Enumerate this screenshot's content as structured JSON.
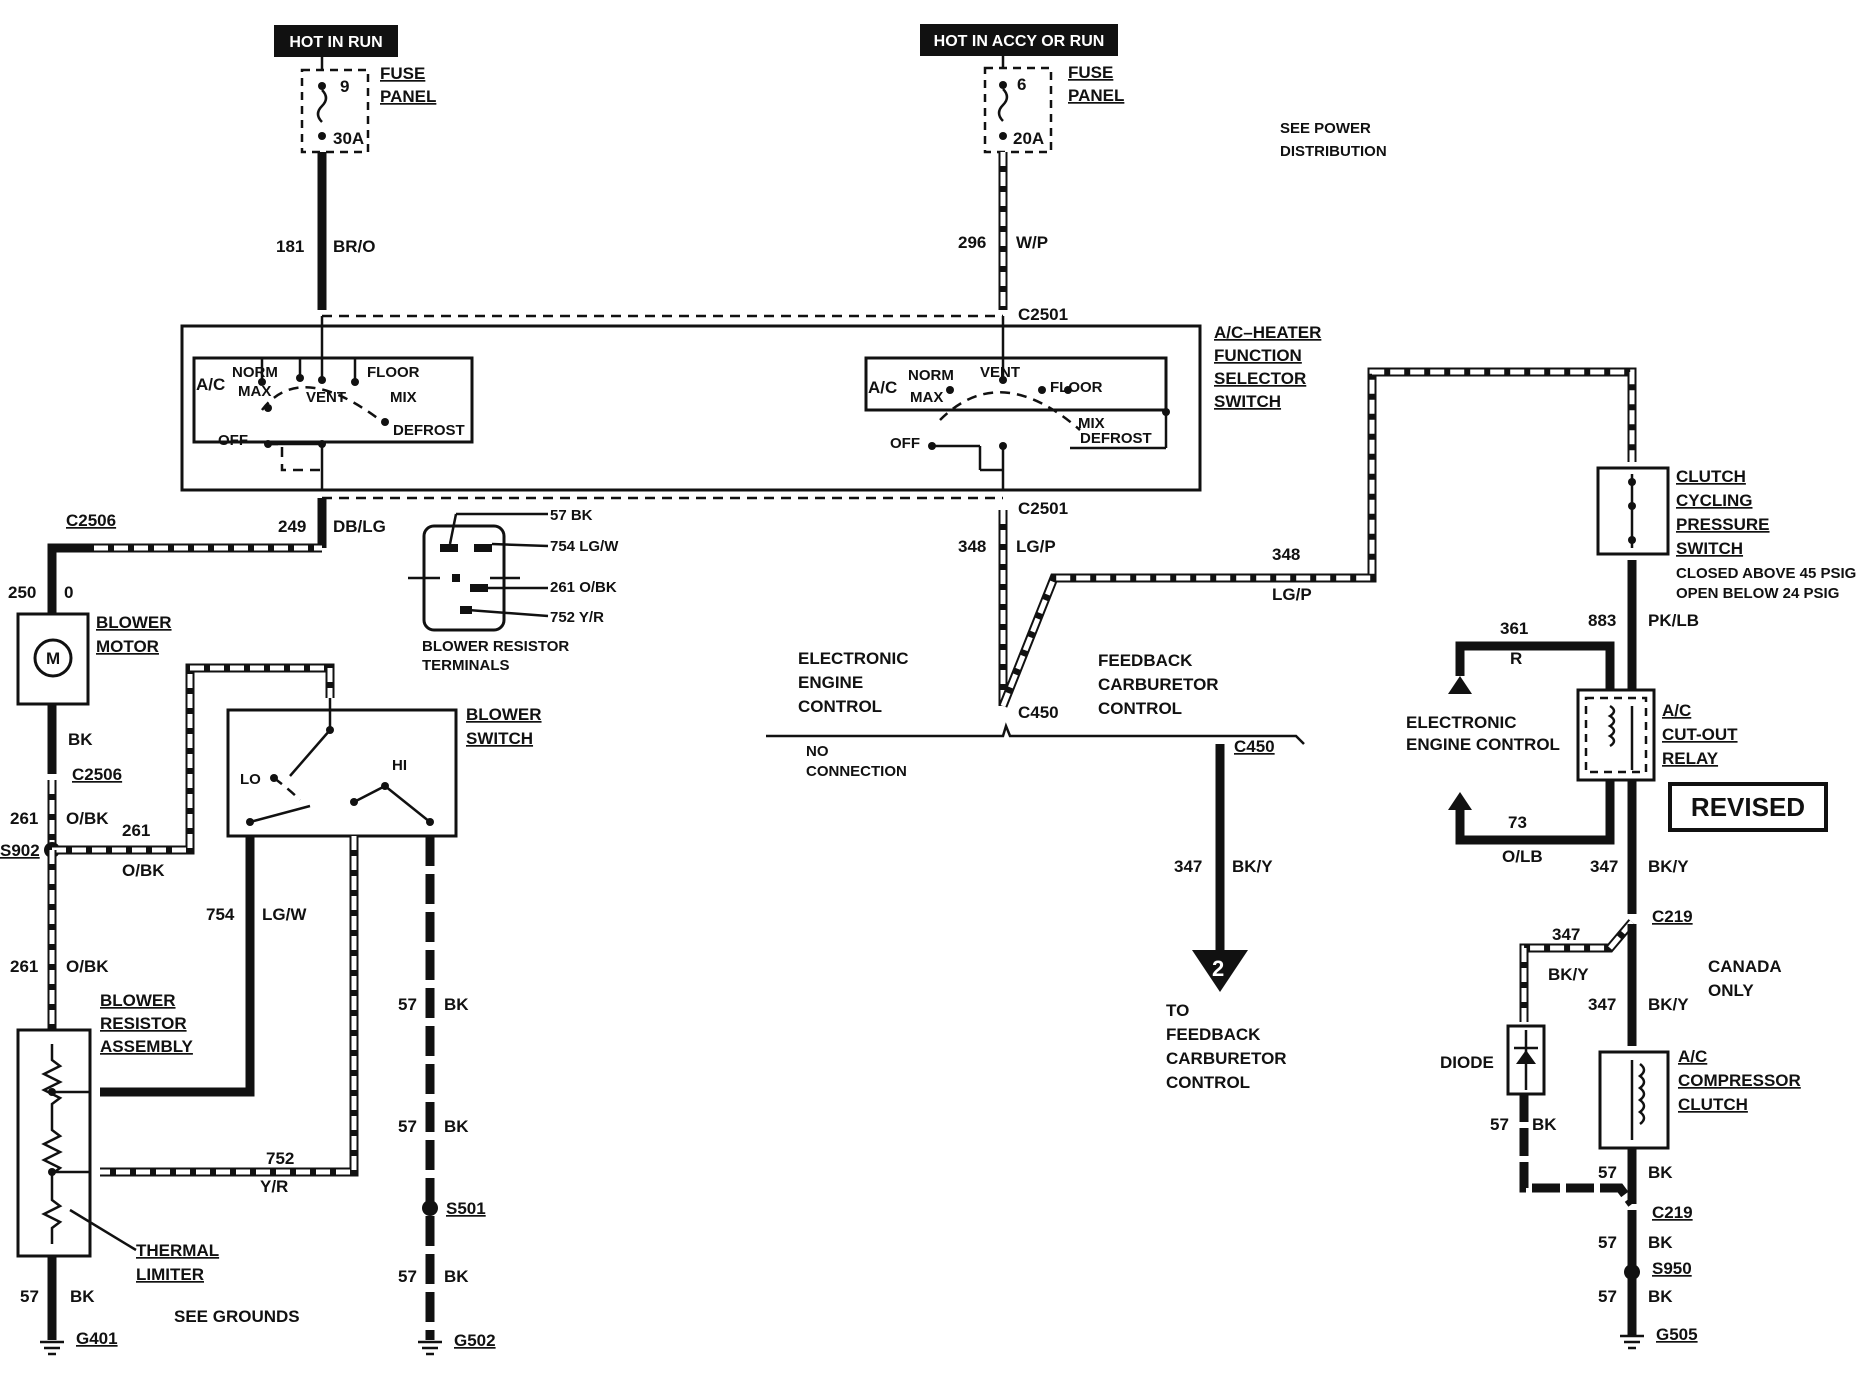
{
  "power": {
    "hot_in_run": "HOT IN RUN",
    "hot_in_accy_or_run": "HOT IN ACCY OR RUN",
    "fuse_9_number": "9",
    "fuse_9_rating": "30A",
    "fuse_6_number": "6",
    "fuse_6_rating": "20A",
    "fuse_panel_1_line1": "FUSE",
    "fuse_panel_1_line2": "PANEL",
    "fuse_panel_2_line1": "FUSE",
    "fuse_panel_2_line2": "PANEL",
    "see_power_line1": "SEE POWER",
    "see_power_line2": "DISTRIBUTION"
  },
  "wires": {
    "w181": "181",
    "w181_color": "BR/O",
    "w296": "296",
    "w296_color": "W/P",
    "w249": "249",
    "w249_color": "DB/LG",
    "w250": "250",
    "w250_suffix": "0",
    "w57_blower_motor": "BK",
    "w261_a": "261",
    "w261_a_color": "O/BK",
    "w261_b": "261",
    "w261_b_color": "O/BK",
    "w261_c": "261",
    "w261_c_color": "O/BK",
    "w754": "754",
    "w754_color": "LG/W",
    "w752": "752",
    "w752_color": "Y/R",
    "w57_g401": "57",
    "w57_g401_color": "BK",
    "w57_a": "57",
    "w57_a_color": "BK",
    "w57_b": "57",
    "w57_b_color": "BK",
    "w57_c": "57",
    "w57_c_color": "BK",
    "w348_a": "348",
    "w348_a_color": "LG/P",
    "w348_b": "348",
    "w348_b_color": "LG/P",
    "w347_fb": "347",
    "w347_fb_color": "BK/Y",
    "w361": "361",
    "w361_color": "R",
    "w883": "883",
    "w883_color": "PK/LB",
    "w73": "73",
    "w73_color": "O/LB",
    "w347_relay": "347",
    "w347_relay_color": "BK/Y",
    "w347_diode": "347",
    "w347_diode_color": "BK/Y",
    "w347_clutch": "347",
    "w347_clutch_color": "BK/Y",
    "w57_diode": "57",
    "w57_diode_color": "BK",
    "w57_clutch": "57",
    "w57_clutch_color": "BK",
    "w57_c219": "57",
    "w57_c219_color": "BK",
    "w57_s950": "57",
    "w57_s950_color": "BK"
  },
  "connectors": {
    "c2501_top": "C2501",
    "c2501_bottom": "C2501",
    "c2506_top": "C2506",
    "c2506_bottom": "C2506",
    "s902": "S902",
    "c450_top": "C450",
    "c450_bottom": "C450",
    "c219_top": "C219",
    "c219_bottom": "C219",
    "s501": "S501",
    "s950": "S950",
    "g401": "G401",
    "g502": "G502",
    "g505": "G505"
  },
  "selector_switch": {
    "title_1": "A/C–HEATER",
    "title_2": "FUNCTION",
    "title_3": "SELECTOR",
    "title_4": "SWITCH",
    "left": {
      "ac": "A/C",
      "norm": "NORM",
      "max": "MAX",
      "vent": "VENT",
      "floor": "FLOOR",
      "mix": "MIX",
      "defrost": "DEFROST",
      "off": "OFF"
    },
    "right": {
      "ac": "A/C",
      "norm": "NORM",
      "max": "MAX",
      "vent": "VENT",
      "floor": "FLOOR",
      "mix": "MIX",
      "defrost": "DEFROST",
      "off": "OFF"
    }
  },
  "resistor_terminals": {
    "t1": "57 BK",
    "t2": "754 LG/W",
    "t3": "261 O/BK",
    "t4": "752 Y/R",
    "title_1": "BLOWER RESISTOR",
    "title_2": "TERMINALS"
  },
  "components": {
    "blower_motor_1": "BLOWER",
    "blower_motor_2": "MOTOR",
    "motor_symbol": "M",
    "blower_switch_1": "BLOWER",
    "blower_switch_2": "SWITCH",
    "lo": "LO",
    "hi": "HI",
    "resistor_1": "BLOWER",
    "resistor_2": "RESISTOR",
    "resistor_3": "ASSEMBLY",
    "thermal_1": "THERMAL",
    "thermal_2": "LIMITER",
    "see_grounds": "SEE GROUNDS",
    "eec_1": "ELECTRONIC",
    "eec_2": "ENGINE",
    "eec_3": "CONTROL",
    "fcc_1": "FEEDBACK",
    "fcc_2": "CARBURETOR",
    "fcc_3": "CONTROL",
    "no_conn_1": "NO",
    "no_conn_2": "CONNECTION",
    "page_ref": "2",
    "to_fcc_1": "TO",
    "to_fcc_2": "FEEDBACK",
    "to_fcc_3": "CARBURETOR",
    "to_fcc_4": "CONTROL",
    "ccps_1": "CLUTCH",
    "ccps_2": "CYCLING",
    "ccps_3": "PRESSURE",
    "ccps_4": "SWITCH",
    "ccps_note_1": "CLOSED ABOVE 45 PSIG",
    "ccps_note_2": "OPEN BELOW 24 PSIG",
    "eec_relay_1": "ELECTRONIC",
    "eec_relay_2": "ENGINE CONTROL",
    "relay_1": "A/C",
    "relay_2": "CUT-OUT",
    "relay_3": "RELAY",
    "revised": "REVISED",
    "canada_1": "CANADA",
    "canada_2": "ONLY",
    "diode": "DIODE",
    "clutch_1": "A/C",
    "clutch_2": "COMPRESSOR",
    "clutch_3": "CLUTCH"
  }
}
